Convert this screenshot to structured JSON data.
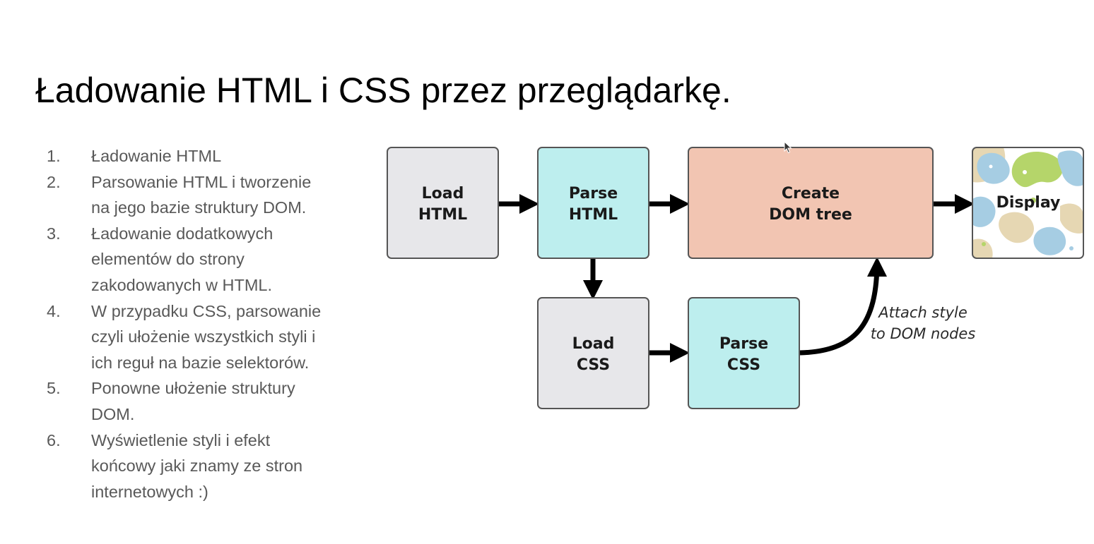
{
  "slide": {
    "title": "Ładowanie HTML i CSS przez przeglądarkę."
  },
  "steps": [
    {
      "number": "1.",
      "lines": [
        "Ładowanie HTML"
      ]
    },
    {
      "number": "2.",
      "lines": [
        "Parsowanie HTML i tworzenie",
        "na jego bazie struktury DOM."
      ]
    },
    {
      "number": "3.",
      "lines": [
        "Ładowanie dodatkowych",
        "elementów do strony",
        "zakodowanych w HTML."
      ]
    },
    {
      "number": "4.",
      "lines": [
        "W przypadku CSS, parsowanie",
        "czyli ułożenie wszystkich styli i",
        "ich reguł na bazie selektorów."
      ]
    },
    {
      "number": "5.",
      "lines": [
        "Ponowne ułożenie struktury",
        "DOM."
      ]
    },
    {
      "number": "6.",
      "lines": [
        "Wyświetlenie styli i efekt",
        "końcowy jaki znamy ze stron",
        "internetowych :)"
      ]
    }
  ],
  "diagram": {
    "nodes": {
      "load_html": {
        "line1": "Load",
        "line2": "HTML"
      },
      "parse_html": {
        "line1": "Parse",
        "line2": "HTML"
      },
      "create_dom": {
        "line1": "Create",
        "line2": "DOM tree"
      },
      "display": {
        "label": "Display"
      },
      "load_css": {
        "line1": "Load",
        "line2": "CSS"
      },
      "parse_css": {
        "line1": "Parse",
        "line2": "CSS"
      }
    },
    "edge_label": {
      "line1": "Attach style",
      "line2": "to DOM nodes"
    }
  },
  "colors": {
    "load_fill": "#e7e7ea",
    "parse_fill": "#bdeeee",
    "create_fill": "#f2c5b2",
    "box_stroke": "#555555",
    "arrow": "#000000",
    "list_text": "#595959",
    "display_blue": "#a6cde3",
    "display_green": "#b5d56a",
    "display_tan": "#e6d7b3"
  },
  "icons": {
    "cursor": "mouse-pointer-icon"
  }
}
